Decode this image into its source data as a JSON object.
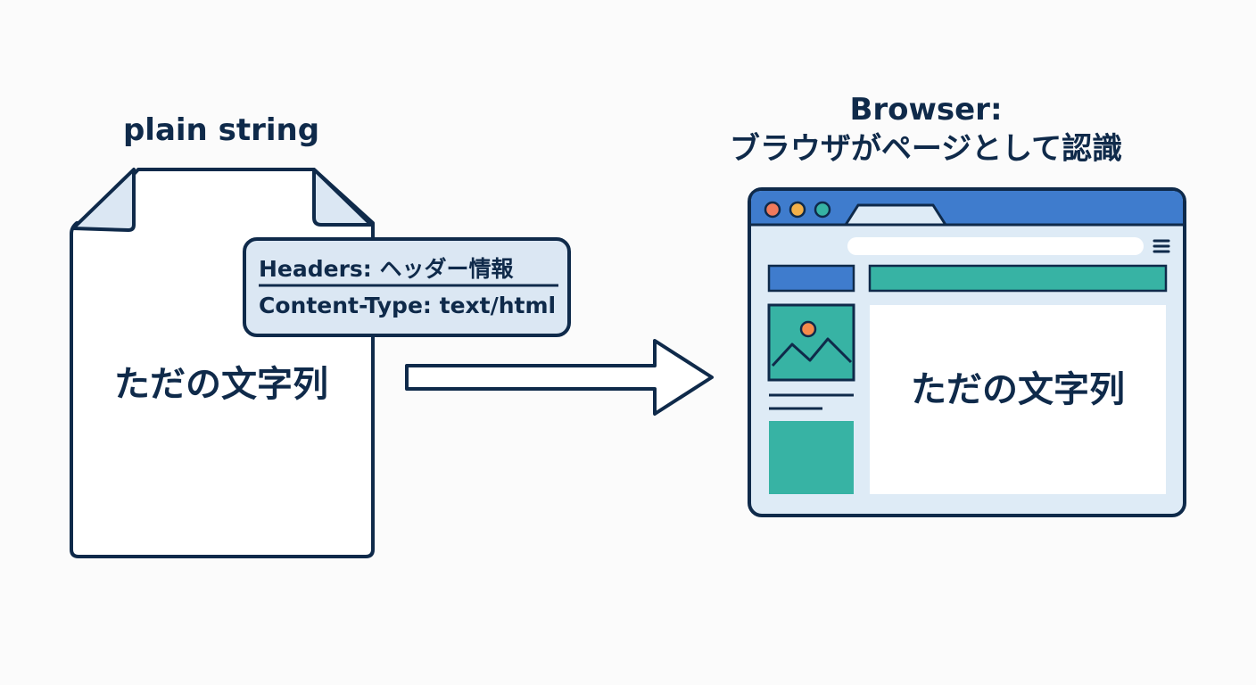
{
  "left_panel": {
    "caption": "plain string",
    "document_text": "ただの文字列",
    "headers": {
      "title": "Headers:  ヘッダー情報",
      "content_type": "Content-Type: text/html"
    }
  },
  "right_panel": {
    "caption_line1": "Browser:",
    "caption_line2": "ブラウザがページとして認識",
    "page_text": "ただの文字列"
  },
  "colors": {
    "ink": "#0f2a4a",
    "paper_fold": "#dbe7f3",
    "browser_blue": "#3f7ccd",
    "browser_teal": "#37b3a4",
    "browser_bg": "#deebf6",
    "dot_red": "#f07a5c",
    "dot_orange": "#f2b04a",
    "dot_teal": "#36b3a4",
    "sun": "#f58a4b"
  },
  "icons": [
    "window-close-dot-icon",
    "window-min-dot-icon",
    "window-max-dot-icon",
    "hamburger-menu-icon",
    "image-placeholder-icon",
    "right-arrow-icon"
  ]
}
